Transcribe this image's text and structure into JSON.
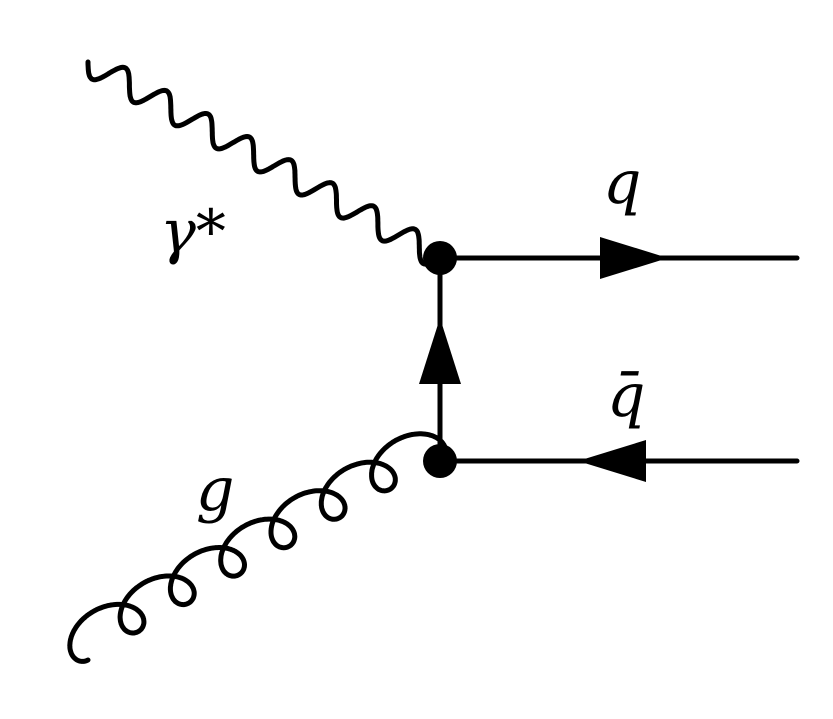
{
  "diagram": {
    "labels": {
      "photon": "γ*",
      "gluon": "g",
      "quark": "q",
      "antiquark": "q̄"
    },
    "colors": {
      "line": "#000000",
      "background": "#ffffff"
    }
  }
}
